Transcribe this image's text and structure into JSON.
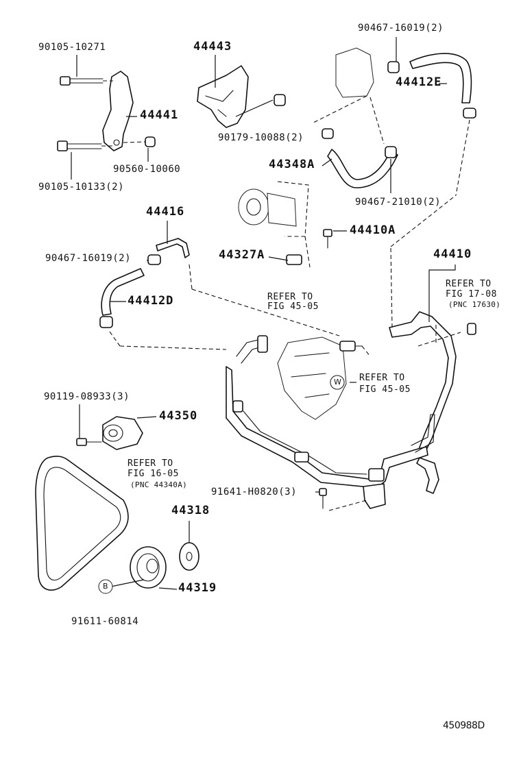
{
  "labels": {
    "p_90105_10271": "90105-10271",
    "p_44443": "44443",
    "p_90467_16019_top": "90467-16019(2)",
    "p_44412E": "44412E",
    "p_44441": "44441",
    "p_90179_10088": "90179-10088(2)",
    "p_90560_10060": "90560-10060",
    "p_90105_10133": "90105-10133(2)",
    "p_44348A": "44348A",
    "p_90467_21010": "90467-21010(2)",
    "p_44416": "44416",
    "p_44410A": "44410A",
    "p_90467_16019_left": "90467-16019(2)",
    "p_44327A": "44327A",
    "p_44410": "44410",
    "p_44412D": "44412D",
    "p_90119_08933": "90119-08933(3)",
    "p_44350": "44350",
    "p_91641_H0820": "91641-H0820(3)",
    "p_44318": "44318",
    "p_44319": "44319",
    "p_91611_60814": "91611-60814"
  },
  "refs": {
    "ref_45_05_a": {
      "line1": "REFER TO",
      "line2": "FIG 45-05"
    },
    "ref_17_08": {
      "line1": "REFER TO",
      "line2": "FIG 17-08",
      "line3": "(PNC 17630)"
    },
    "ref_45_05_b": {
      "line1": "REFER TO",
      "line2": "FIG 45-05"
    },
    "ref_16_05": {
      "line1": "REFER TO",
      "line2": "FIG 16-05",
      "line3": "(PNC 44340A)"
    }
  },
  "markers": {
    "w": "W",
    "b": "B"
  },
  "figure_id": "450988D"
}
